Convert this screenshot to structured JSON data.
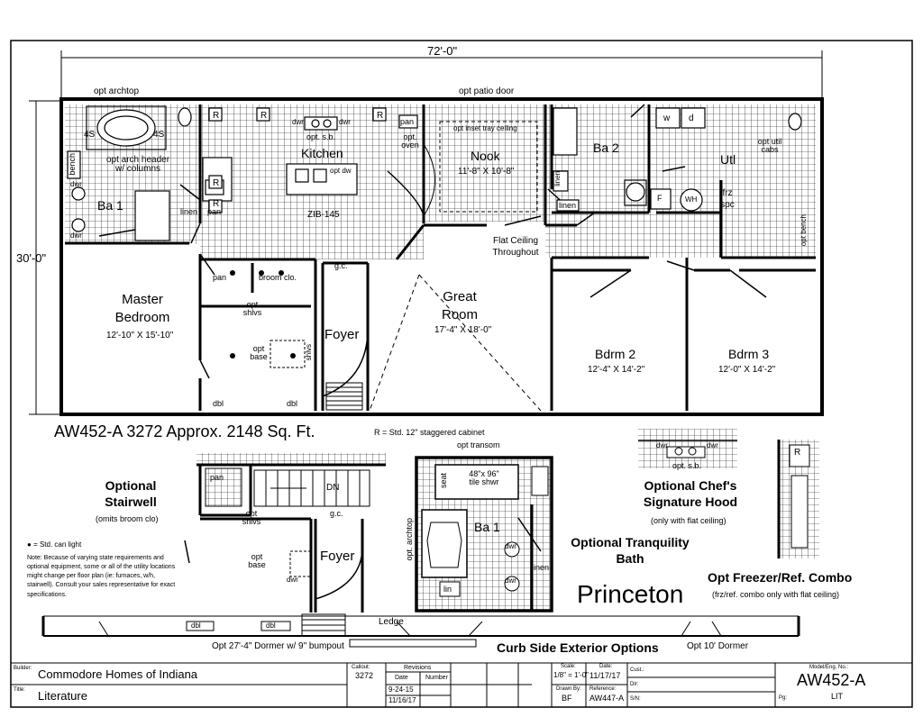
{
  "overall": {
    "width_dim": "72'-0\"",
    "depth_dim": "30'-0\""
  },
  "rooms": {
    "master_bedroom": {
      "name_line1": "Master",
      "name_line2": "Bedroom",
      "size": "12'-10\" X 15'-10\""
    },
    "kitchen": {
      "name": "Kitchen",
      "code": "ZIB-145"
    },
    "nook": {
      "name": "Nook",
      "size": "11'-8\" X 10'-8\""
    },
    "great_room": {
      "name_line1": "Great",
      "name_line2": "Room",
      "size": "17'-4\" X 18'-0\""
    },
    "bdrm2": {
      "name": "Bdrm 2",
      "size": "12'-4\" X 14'-2\""
    },
    "bdrm3": {
      "name": "Bdrm 3",
      "size": "12'-0\" X 14'-2\""
    },
    "ba1": {
      "name": "Ba 1"
    },
    "ba2": {
      "name": "Ba 2"
    },
    "utl": {
      "name": "Utl"
    },
    "foyer": {
      "name": "Foyer"
    }
  },
  "labels": {
    "opt_archtop": "opt archtop",
    "opt_patio_door": "opt patio door",
    "opt_arch_header_1": "opt arch header",
    "opt_arch_header_2": "w/ columns",
    "four_s": "4S",
    "bench": "bench",
    "dwr": "dwr",
    "linen": "linen",
    "pan": "pan",
    "r": "R",
    "opt_sb": "opt. s.b.",
    "opt_dw": "opt dw",
    "opt_oven_1": "opt.",
    "opt_oven_2": "oven",
    "opt_inset_tray": "opt inset tray ceiling",
    "w": "w",
    "d": "d",
    "wh": "WH",
    "f": "F",
    "opt_util_cabs_1": "opt util",
    "opt_util_cabs_2": "cabs",
    "frz_spc_1": "frz",
    "frz_spc_2": "spc",
    "opt_bench": "opt bench",
    "flat_ceiling_1": "Flat Ceiling",
    "flat_ceiling_2": "Throughout",
    "broom_clo": "broom clo.",
    "opt_shlvs_1": "opt",
    "opt_shlvs_2": "shlvs",
    "opt_base_1": "opt",
    "opt_base_2": "base",
    "shlvs": "shlvs",
    "gc": "g.c.",
    "dbl": "dbl",
    "std_cabinet": "R = Std. 12\" staggered cabinet"
  },
  "model_title": "AW452-A 3272  Approx. 2148 Sq. Ft.",
  "options": {
    "stairwell_title_1": "Optional",
    "stairwell_title_2": "Stairwell",
    "stairwell_note": "(omits broom clo)",
    "dn": "DN",
    "can_light": "= Std. can light",
    "note": "Note:  Because of varying state requirements and optional equipment, some or all of the utility locations might change per floor plan (ie: furnaces, w/h, stairwell).  Consult your sales representative for exact specifications.",
    "opt_transom": "opt transom",
    "seat": "seat",
    "tile_shwr_1": "48\"x 96\"",
    "tile_shwr_2": "tile shwr",
    "opt_archtop_v": "opt. archtop",
    "lin": "lin",
    "tranquility_1": "Optional Tranquility",
    "tranquility_2": "Bath",
    "chef_1": "Optional Chef's",
    "chef_2": "Signature Hood",
    "chef_note": "(only with flat ceiling)",
    "freezer": "Opt Freezer/Ref. Combo",
    "freezer_note": "(frz/ref. combo only with flat ceiling)",
    "princeton": "Princeton",
    "ledge": "Ledge",
    "dormer_27": "Opt 27'-4\" Dormer w/ 9\" bumpout",
    "curb_side": "Curb Side Exterior Options",
    "dormer_10": "Opt 10' Dormer"
  },
  "title_block": {
    "builder_label": "Builder:",
    "builder": "Commodore Homes of Indiana",
    "title_label": "Title:",
    "title": "Literature",
    "callout_label": "Callout:",
    "callout": "3272",
    "revisions_label": "Revisions",
    "date_col": "Date",
    "number_col": "Number",
    "rev_date_1": "9-24-15",
    "rev_date_2": "11/16/17",
    "scale_label": "Scale:",
    "scale": "1/8\" = 1'-0\"",
    "drawn_label": "Drawn By:",
    "drawn": "BF",
    "date_label": "Date:",
    "date": "11/17/17",
    "reference_label": "Reference:",
    "reference": "AW447-A",
    "cust_label": "Cust.:",
    "dlr_label": "Dlr:",
    "sn_label": "S/N:",
    "model_label": "Model/Eng. No.:",
    "model": "AW452-A",
    "pg_label": "Pg:",
    "pg": "LIT"
  }
}
